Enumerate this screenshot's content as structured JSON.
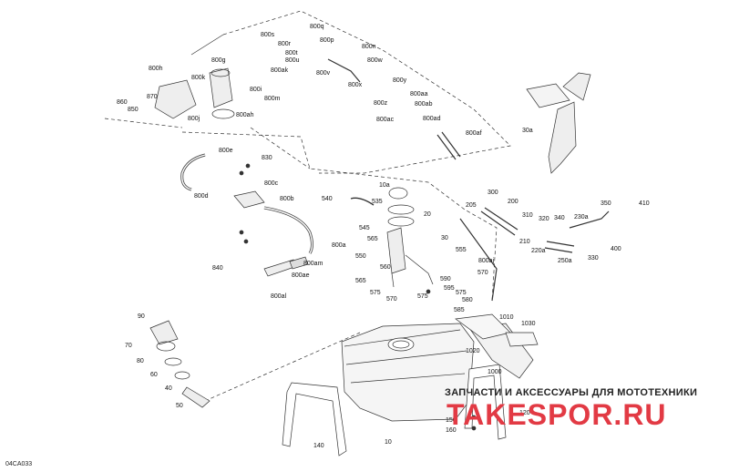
{
  "diagram_code": "04CA033",
  "watermark": {
    "top_text": "ЗАПЧАСТИ И АКСЕССУАРЫ ДЛЯ МОТОТЕХНИКИ",
    "logo_text": "TAKESPOR.RU",
    "color": "#e23a44"
  },
  "callouts": [
    {
      "id": "800q",
      "text": "800q"
    },
    {
      "id": "800s",
      "text": "800s"
    },
    {
      "id": "800r",
      "text": "800r"
    },
    {
      "id": "800p",
      "text": "800p"
    },
    {
      "id": "800t",
      "text": "800t"
    },
    {
      "id": "800n",
      "text": "800n"
    },
    {
      "id": "800u",
      "text": "800u"
    },
    {
      "id": "800w",
      "text": "800w"
    },
    {
      "id": "800ak",
      "text": "800ak"
    },
    {
      "id": "800v",
      "text": "800v"
    },
    {
      "id": "800x",
      "text": "800x"
    },
    {
      "id": "800y",
      "text": "800y"
    },
    {
      "id": "800aa",
      "text": "800aa"
    },
    {
      "id": "800z",
      "text": "800z"
    },
    {
      "id": "800ab",
      "text": "800ab"
    },
    {
      "id": "800ac",
      "text": "800ac"
    },
    {
      "id": "800ad",
      "text": "800ad"
    },
    {
      "id": "800af",
      "text": "800af"
    },
    {
      "id": "800g",
      "text": "800g"
    },
    {
      "id": "800h",
      "text": "800h"
    },
    {
      "id": "800k",
      "text": "800k"
    },
    {
      "id": "800i",
      "text": "800i"
    },
    {
      "id": "800m",
      "text": "800m"
    },
    {
      "id": "800j",
      "text": "800j"
    },
    {
      "id": "800ah",
      "text": "800ah"
    },
    {
      "id": "860",
      "text": "860"
    },
    {
      "id": "870",
      "text": "870"
    },
    {
      "id": "850",
      "text": "850"
    },
    {
      "id": "800e",
      "text": "800e"
    },
    {
      "id": "830",
      "text": "830"
    },
    {
      "id": "800c",
      "text": "800c"
    },
    {
      "id": "800d",
      "text": "800d"
    },
    {
      "id": "800b",
      "text": "800b"
    },
    {
      "id": "800a",
      "text": "800a"
    },
    {
      "id": "840",
      "text": "840"
    },
    {
      "id": "800am",
      "text": "800am"
    },
    {
      "id": "800ae",
      "text": "800ae"
    },
    {
      "id": "800al",
      "text": "800al"
    },
    {
      "id": "10a",
      "text": "10a"
    },
    {
      "id": "540",
      "text": "540"
    },
    {
      "id": "535",
      "text": "535"
    },
    {
      "id": "545",
      "text": "545"
    },
    {
      "id": "565",
      "text": "565"
    },
    {
      "id": "20",
      "text": "20"
    },
    {
      "id": "30",
      "text": "30"
    },
    {
      "id": "555",
      "text": "555"
    },
    {
      "id": "550",
      "text": "550"
    },
    {
      "id": "560",
      "text": "560"
    },
    {
      "id": "565b",
      "text": "565"
    },
    {
      "id": "575",
      "text": "575"
    },
    {
      "id": "570",
      "text": "570"
    },
    {
      "id": "575b",
      "text": "575"
    },
    {
      "id": "590",
      "text": "590"
    },
    {
      "id": "595",
      "text": "595"
    },
    {
      "id": "575c",
      "text": "575"
    },
    {
      "id": "580",
      "text": "580"
    },
    {
      "id": "585",
      "text": "585"
    },
    {
      "id": "570b",
      "text": "570"
    },
    {
      "id": "800aj",
      "text": "800aj"
    },
    {
      "id": "300",
      "text": "300"
    },
    {
      "id": "205",
      "text": "205"
    },
    {
      "id": "200",
      "text": "200"
    },
    {
      "id": "310",
      "text": "310"
    },
    {
      "id": "320",
      "text": "320"
    },
    {
      "id": "340",
      "text": "340"
    },
    {
      "id": "230a",
      "text": "230a"
    },
    {
      "id": "350",
      "text": "350"
    },
    {
      "id": "410",
      "text": "410"
    },
    {
      "id": "210",
      "text": "210"
    },
    {
      "id": "220a",
      "text": "220a"
    },
    {
      "id": "250a",
      "text": "250a"
    },
    {
      "id": "330",
      "text": "330"
    },
    {
      "id": "400",
      "text": "400"
    },
    {
      "id": "30a",
      "text": "30a"
    },
    {
      "id": "1010",
      "text": "1010"
    },
    {
      "id": "1030",
      "text": "1030"
    },
    {
      "id": "1020",
      "text": "1020"
    },
    {
      "id": "1000",
      "text": "1000"
    },
    {
      "id": "120",
      "text": "120"
    },
    {
      "id": "150",
      "text": "150"
    },
    {
      "id": "160",
      "text": "160"
    },
    {
      "id": "140",
      "text": "140"
    },
    {
      "id": "10",
      "text": "10"
    },
    {
      "id": "90",
      "text": "90"
    },
    {
      "id": "70",
      "text": "70"
    },
    {
      "id": "80",
      "text": "80"
    },
    {
      "id": "60",
      "text": "60"
    },
    {
      "id": "40",
      "text": "40"
    },
    {
      "id": "50",
      "text": "50"
    }
  ]
}
